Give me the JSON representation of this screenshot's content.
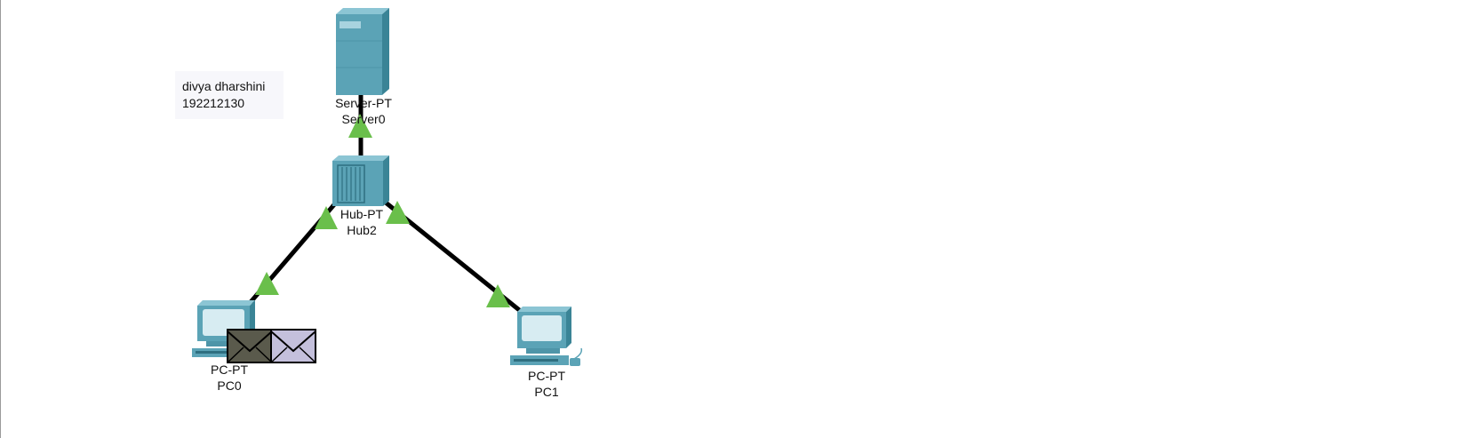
{
  "note": {
    "line1": "divya dharshini",
    "line2": "192212130"
  },
  "devices": {
    "server": {
      "model": "Server-PT",
      "name": "Server0",
      "icon": "server-icon"
    },
    "hub": {
      "model": "Hub-PT",
      "name": "Hub2",
      "icon": "hub-icon"
    },
    "pc0": {
      "model": "PC-PT",
      "name": "PC0",
      "icon": "pc-icon"
    },
    "pc1": {
      "model": "PC-PT",
      "name": "PC1",
      "icon": "pc-icon"
    }
  },
  "links": [
    {
      "from": "Hub2",
      "to": "Server0",
      "status": "up"
    },
    {
      "from": "Hub2",
      "to": "PC0",
      "status": "up"
    },
    {
      "from": "Hub2",
      "to": "PC1",
      "status": "up"
    }
  ],
  "pdus": [
    {
      "location": "PC0",
      "color": "#5a5a4c"
    },
    {
      "location": "PC0",
      "color": "#c4c0dc"
    }
  ],
  "colors": {
    "device": "#5ba3b6",
    "device_dark": "#3f8a9d",
    "link": "#000000",
    "link_indicator": "#6abf4b"
  }
}
